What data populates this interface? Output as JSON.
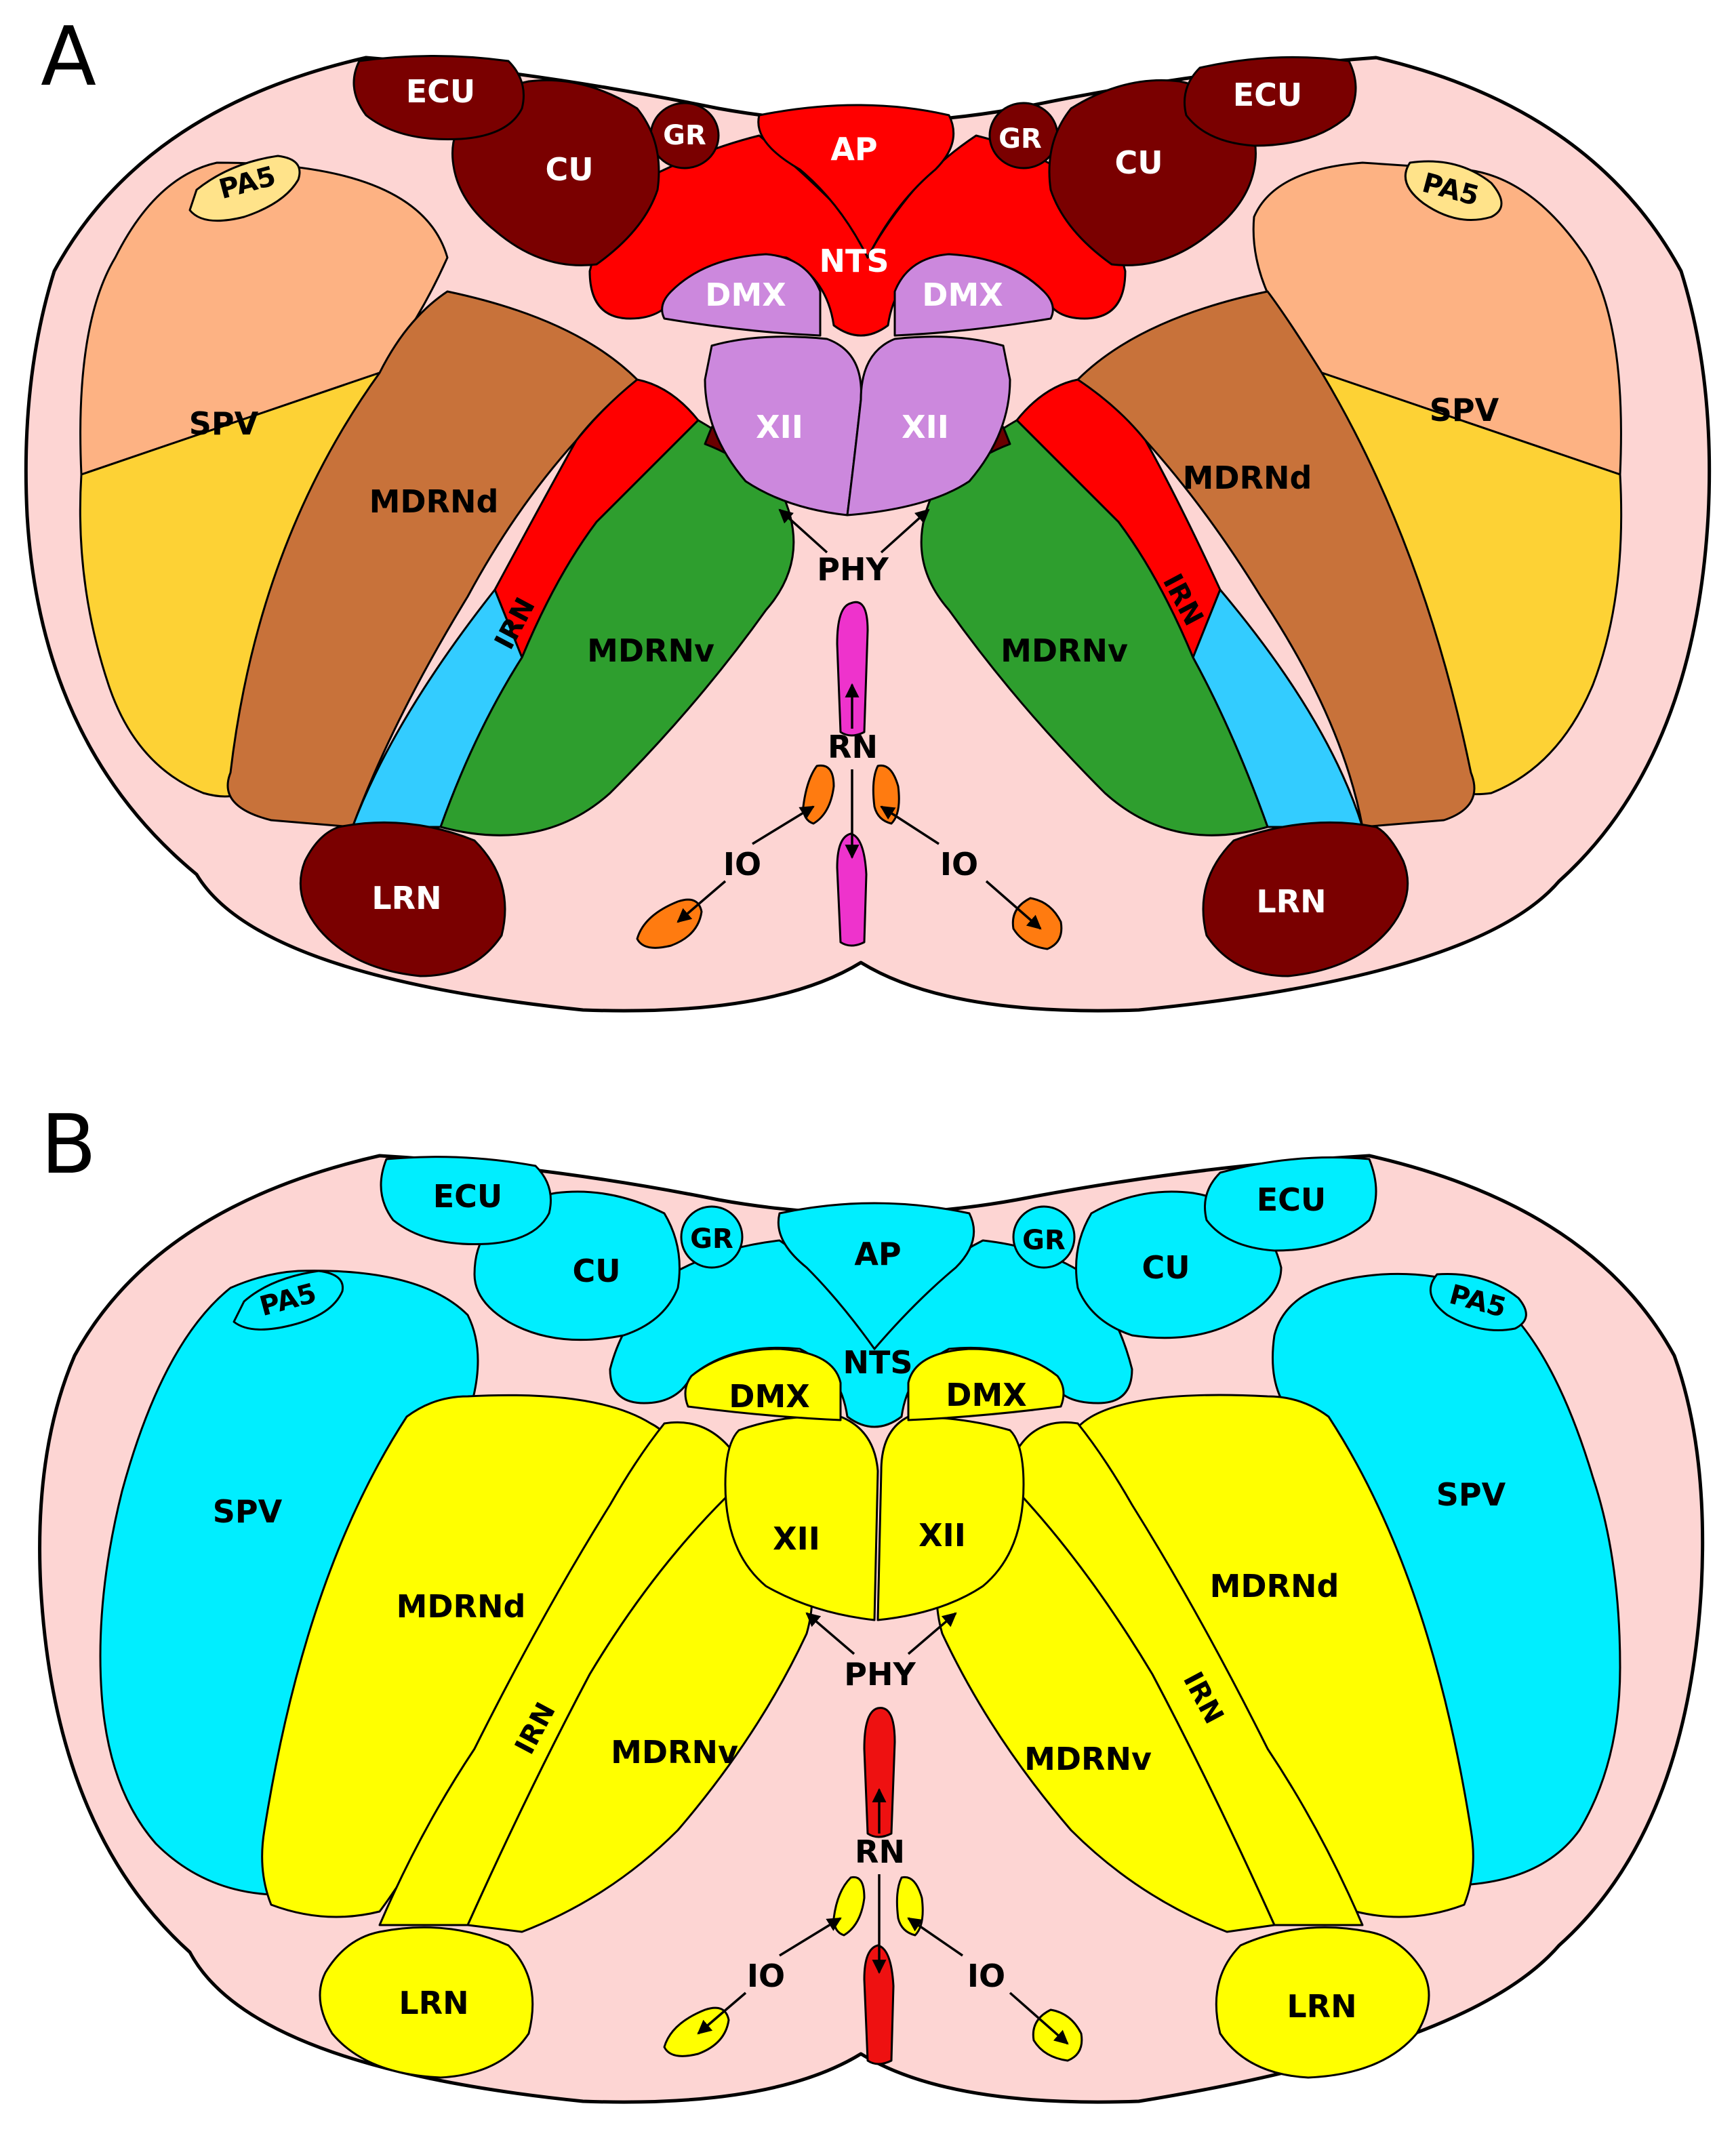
{
  "panels": [
    {
      "letter": "A",
      "labels": {
        "ECU": "ECU",
        "CU": "CU",
        "GR": "GR",
        "AP": "AP",
        "NTS": "NTS",
        "DMX": "DMX",
        "XII": "XII",
        "PA5": "PA5",
        "SPV": "SPV",
        "MDRNd": "MDRNd",
        "MDRNv": "MDRNv",
        "IRN": "IRN",
        "LRN": "LRN",
        "PHY": "PHY",
        "RN": "RN",
        "IO": "IO"
      },
      "colors": {
        "background": "#fdd5d3",
        "ECU": "#7a0000",
        "CU": "#7a0000",
        "GR": "#7a0000",
        "LRN": "#7a0000",
        "AP": "#ff0000",
        "NTS": "#ff0000",
        "IRN_dorsal": "#ff0000",
        "DMX": "#cc88dd",
        "XII": "#cc88dd",
        "PA5": "#ffe38a",
        "SPV_dorsal": "#fdb283",
        "SPV_ventral": "#fdd235",
        "MDRNd": "#c8723a",
        "MDRNv": "#2e9e2e",
        "IRN_ventral": "#33ccff",
        "RN": "#ee33cc",
        "IO": "#ff7b10",
        "PHY": "#6a0000"
      },
      "label_colors": {
        "on_dark": "#ffffff",
        "on_light": "#000000"
      }
    },
    {
      "letter": "B",
      "labels": {
        "ECU": "ECU",
        "CU": "CU",
        "GR": "GR",
        "AP": "AP",
        "NTS": "NTS",
        "DMX": "DMX",
        "XII": "XII",
        "PA5": "PA5",
        "SPV": "SPV",
        "MDRNd": "MDRNd",
        "MDRNv": "MDRNv",
        "IRN": "IRN",
        "LRN": "LRN",
        "PHY": "PHY",
        "RN": "RN",
        "IO": "IO"
      },
      "colors": {
        "background": "#fdd5d3",
        "ECU": "#00eeff",
        "CU": "#00eeff",
        "GR": "#00eeff",
        "AP": "#00eeff",
        "NTS": "#00eeff",
        "PA5": "#00eeff",
        "SPV": "#00eeff",
        "DMX": "#ffff00",
        "XII": "#ffff00",
        "MDRNd": "#ffff00",
        "MDRNv": "#ffff00",
        "IRN": "#ffff00",
        "LRN": "#ffff00",
        "IO": "#ffff00",
        "PHY": "#ffff00",
        "RN": "#ee1111"
      },
      "label_colors": {
        "on_dark": "#000000",
        "on_light": "#000000"
      }
    }
  ]
}
